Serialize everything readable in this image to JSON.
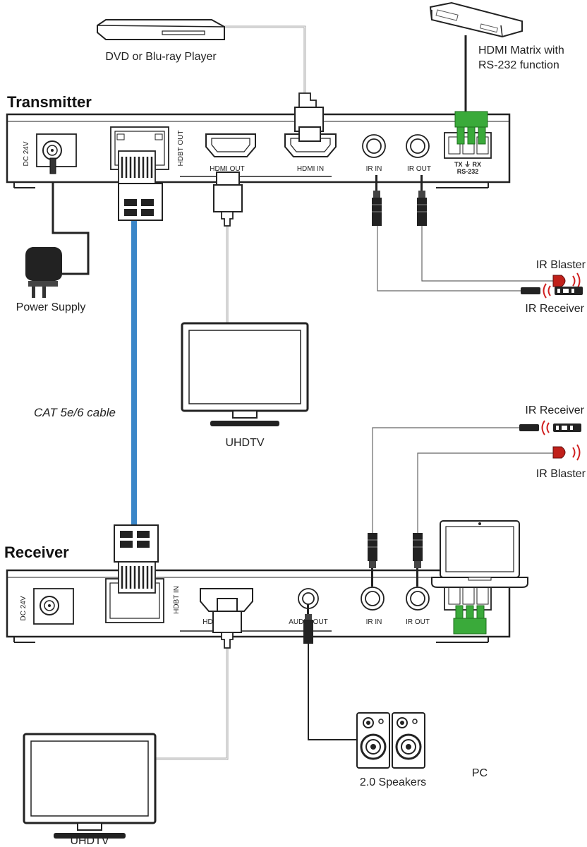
{
  "transmitter": {
    "title": "Transmitter",
    "ports": {
      "dc": "DC 24V",
      "hdbt": "HDBT OUT",
      "hdmi_out": "HDMI OUT",
      "hdmi_in": "HDMI IN",
      "ir_in": "IR IN",
      "ir_out": "IR OUT",
      "rs232_pins": "TX  ⏚  RX",
      "rs232": "RS-232"
    }
  },
  "receiver": {
    "title": "Receiver",
    "ports": {
      "dc": "DC 24V",
      "hdbt": "HDBT IN",
      "hdmi_out": "HDMI OUT",
      "audio_out": "AUDIO OUT",
      "ir_in": "IR IN",
      "ir_out": "IR OUT"
    }
  },
  "devices": {
    "dvd": "DVD or Blu-ray Player",
    "matrix_line1": "HDMI Matrix with",
    "matrix_line2": "RS-232 function",
    "power": "Power Supply",
    "cable": "CAT 5e/6 cable",
    "tv_top": "UHDTV",
    "tv_bottom": "UHDTV",
    "ir_blaster_top": "IR Blaster",
    "ir_receiver_top": "IR Receiver",
    "ir_receiver_bottom": "IR Receiver",
    "ir_blaster_bottom": "IR Blaster",
    "speakers": "2.0 Speakers",
    "pc": "PC"
  },
  "colors": {
    "cable_blue": "#3a86c8",
    "terminal_green": "#3aaa3a",
    "ir_red": "#c0201a",
    "line_gray": "#999999",
    "outline": "#222222"
  }
}
